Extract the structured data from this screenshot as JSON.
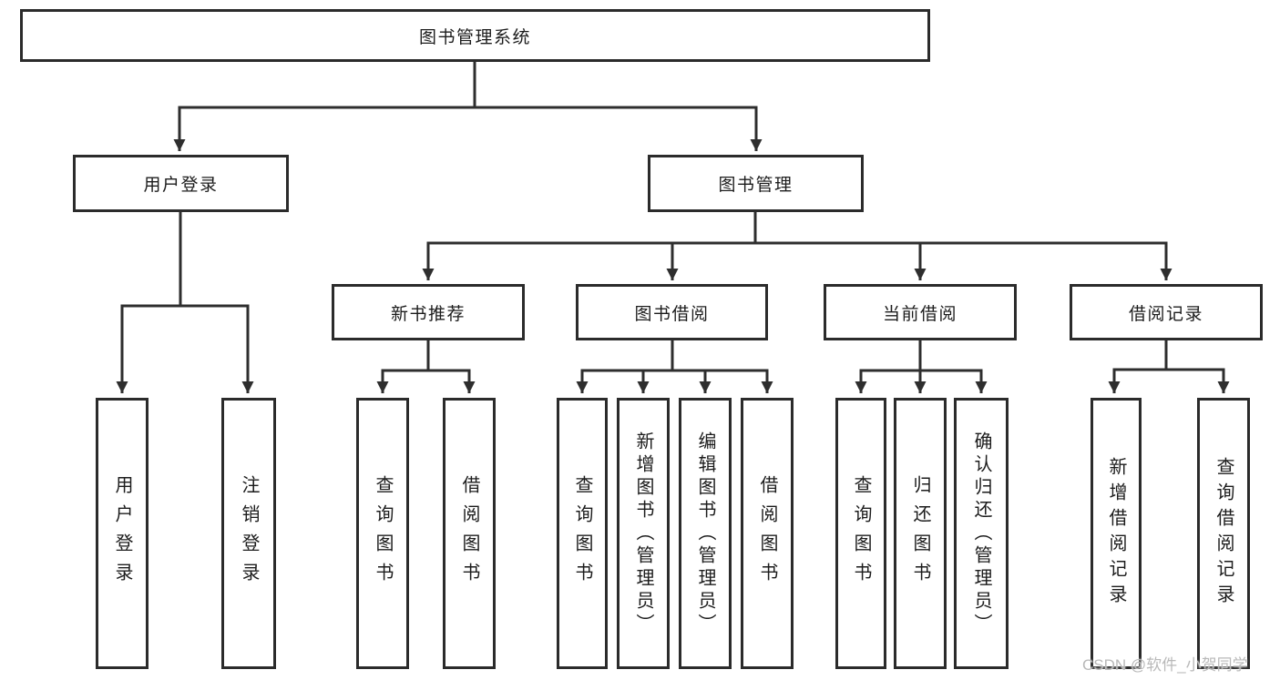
{
  "watermark": "CSDN @软件_小贺同学",
  "colors": {
    "background": "#ffffff",
    "box_border": "#2b2b2b",
    "connector_line": "#2e2e2e",
    "text": "#1c1c1c",
    "watermark_text": "#b9b9b9"
  },
  "tree": {
    "root": {
      "label": "图书管理系统"
    },
    "children": [
      {
        "label": "用户登录",
        "children": [
          {
            "label": "用户登录"
          },
          {
            "label": "注销登录"
          }
        ]
      },
      {
        "label": "图书管理",
        "children": [
          {
            "label": "新书推荐",
            "children": [
              {
                "label": "查询图书"
              },
              {
                "label": "借阅图书"
              }
            ]
          },
          {
            "label": "图书借阅",
            "children": [
              {
                "label": "查询图书"
              },
              {
                "label": "新增图书（管理员）"
              },
              {
                "label": "编辑图书（管理员）"
              },
              {
                "label": "借阅图书"
              }
            ]
          },
          {
            "label": "当前借阅",
            "children": [
              {
                "label": "查询图书"
              },
              {
                "label": "归还图书"
              },
              {
                "label": "确认归还（管理员）"
              }
            ]
          },
          {
            "label": "借阅记录",
            "children": [
              {
                "label": "新增借阅记录"
              },
              {
                "label": "查询借阅记录"
              }
            ]
          }
        ]
      }
    ]
  }
}
